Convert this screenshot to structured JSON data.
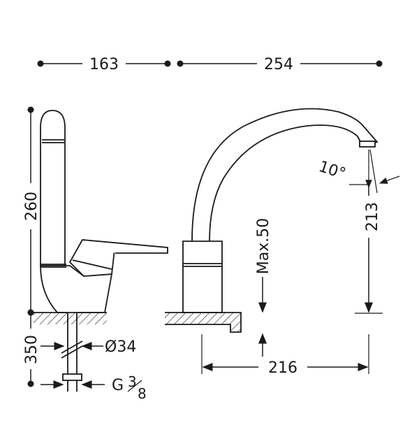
{
  "dimensions": {
    "base_width": "163",
    "spout_reach": "254",
    "overall_height": "260",
    "spout_height": "213",
    "spout_angle": "10°",
    "max_deck_thickness": "Max.50",
    "hole_offset": "216",
    "hose_length": "350",
    "hole_diameter": "Ø34",
    "thread": "G",
    "thread_fraction_num": "3",
    "thread_fraction_den": "8"
  }
}
